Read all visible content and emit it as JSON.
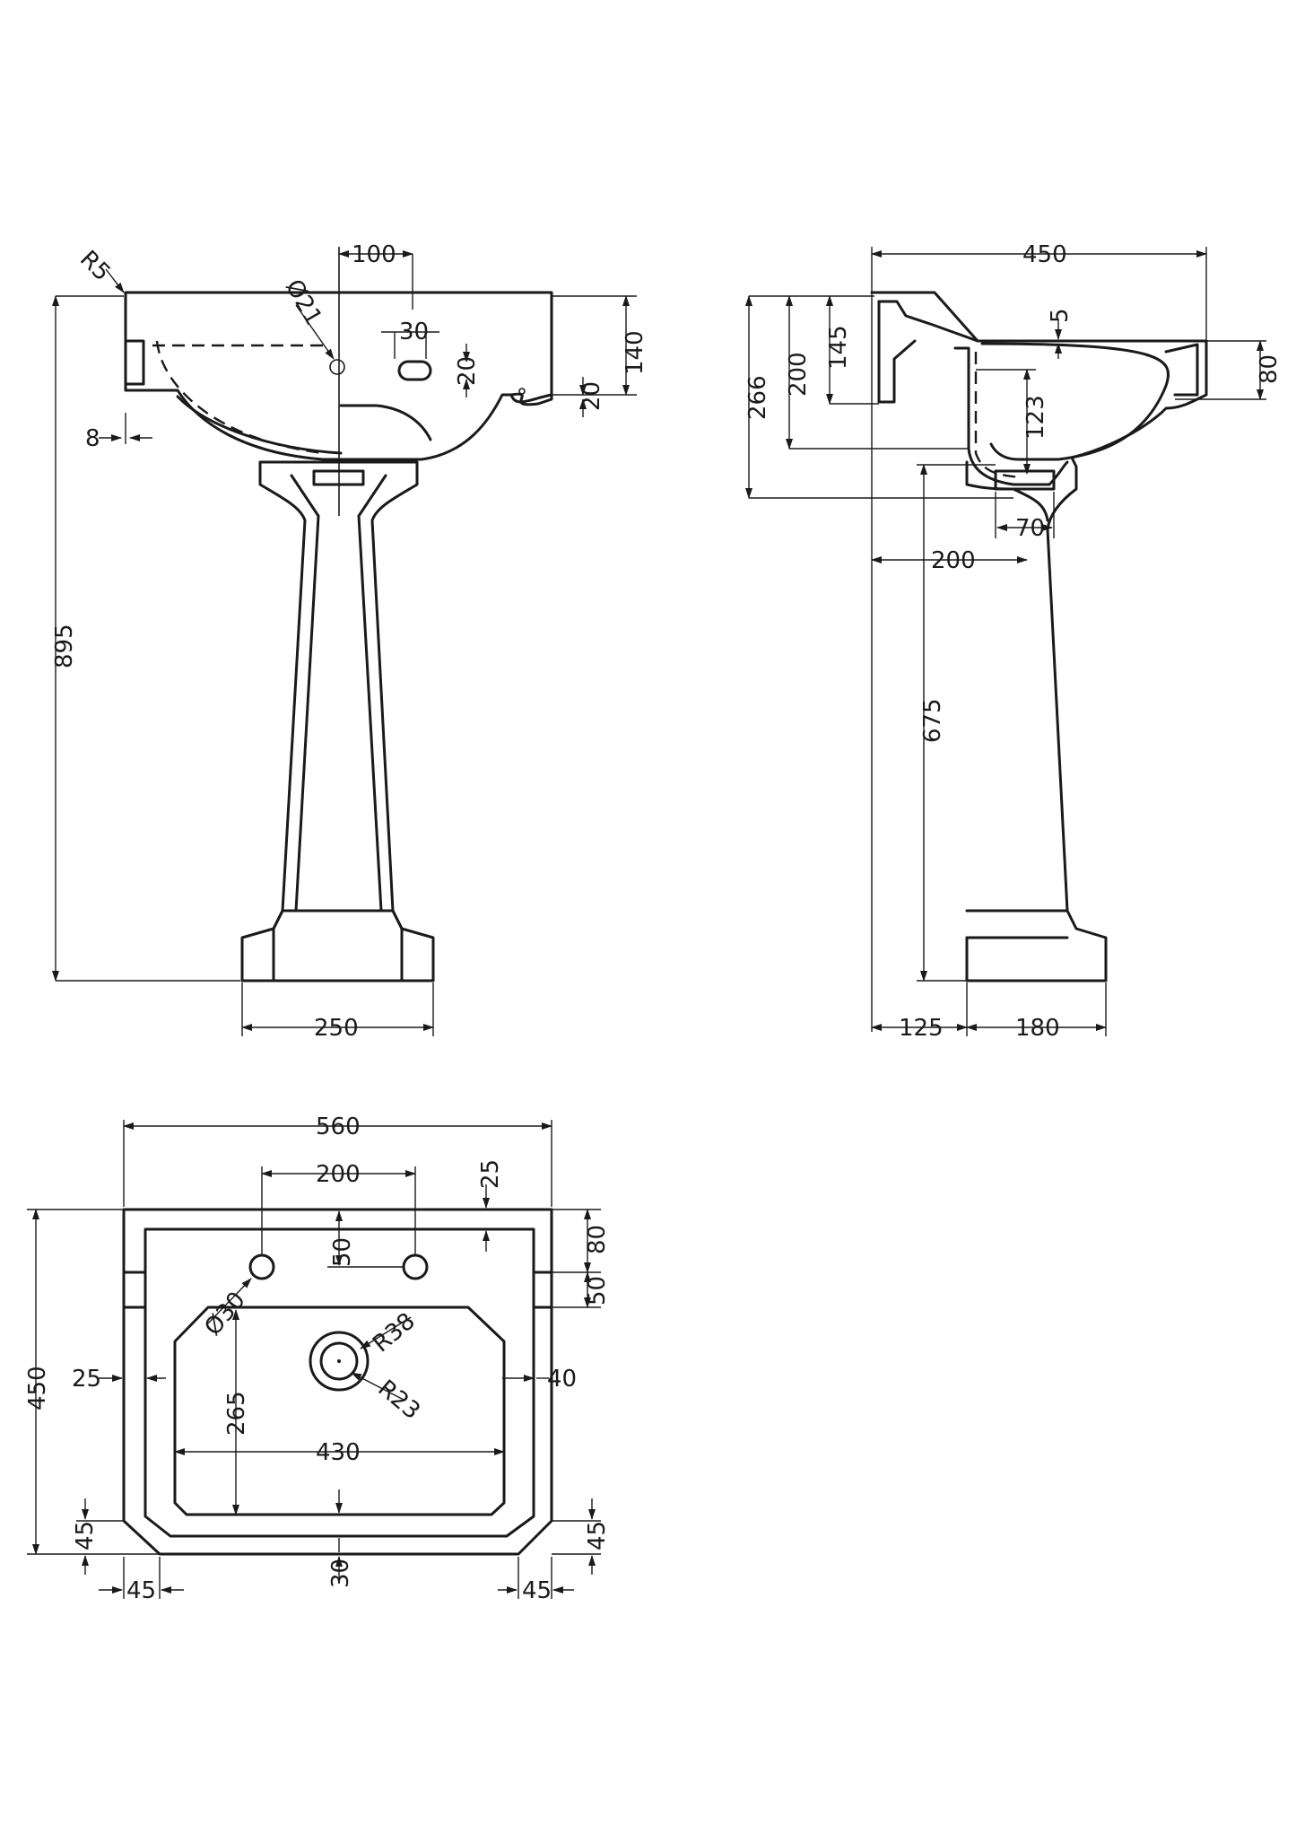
{
  "front_view": {
    "radius_corner": "R5",
    "tap_hole_offset": "100",
    "overflow_diameter": "Ø21",
    "overflow_width": "30",
    "overflow_height": "20",
    "rim_to_overflow": "20",
    "rim_height": "140",
    "rim_thickness": "8",
    "overall_height": "895",
    "pedestal_base_width": "250"
  },
  "side_view": {
    "overall_depth": "450",
    "rim_step": "5",
    "overall_bowl_height": "266",
    "inner_bowl_height": "200",
    "back_height": "145",
    "front_lip_height": "80",
    "waste_height": "123",
    "waste_width": "70",
    "waste_from_wall": "200",
    "waste_outlet_height": "675",
    "pedestal_setback": "125",
    "pedestal_base_depth": "180"
  },
  "plan_view": {
    "overall_width": "560",
    "tap_centres": "200",
    "back_margin": "25",
    "tap_hole_row": "50",
    "back_to_bowl": "80",
    "bowl_offset": "50",
    "tap_hole_diameter": "Ø30",
    "waste_outer_radius": "R38",
    "waste_inner_radius": "R23",
    "overall_depth": "450",
    "left_margin": "25",
    "right_margin": "40",
    "bowl_depth": "265",
    "bowl_width": "430",
    "chamfer_left_vertical": "45",
    "chamfer_right_vertical": "45",
    "front_margin": "30",
    "chamfer_left_horizontal": "45",
    "chamfer_right_horizontal": "45"
  }
}
